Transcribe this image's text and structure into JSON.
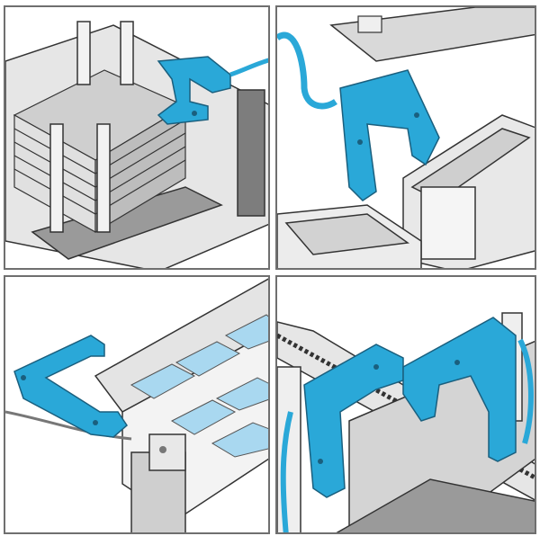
{
  "panels": [
    {
      "scene": "stack-sensor"
    },
    {
      "scene": "box-sensor"
    },
    {
      "scene": "conveyor-sensor"
    },
    {
      "scene": "chain-sensor"
    }
  ],
  "colors": {
    "sensor": "#2aa8d8",
    "sensor_dark": "#1a7ea6",
    "metal": "#d9d9d9",
    "metal_dark": "#9a9a9a",
    "outline": "#333333",
    "tile": "#a9d8f0"
  },
  "icons": [
    "fork-sensor-icon",
    "cable-icon",
    "bolt-icon"
  ]
}
